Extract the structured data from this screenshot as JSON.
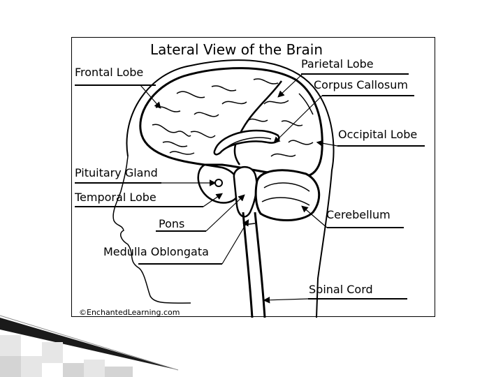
{
  "title": "Lateral View of the Brain",
  "labels": {
    "frontal_lobe": "Frontal Lobe",
    "parietal_lobe": "Parietal Lobe",
    "corpus_callosum": "Corpus Callosum",
    "occipital_lobe": "Occipital Lobe",
    "pituitary_gland": "Pituitary Gland",
    "temporal_lobe": "Temporal Lobe",
    "pons": "Pons",
    "cerebellum": "Cerebellum",
    "medulla_oblongata": "Medulla Oblongata",
    "spinal_cord": "Spinal Cord"
  },
  "credit": "©EnchantedLearning.com",
  "colors": {
    "line": "#000000",
    "background": "#ffffff",
    "ribbon": "#1a1a1a",
    "checker_light": "#e6e6e6",
    "checker_dark": "#cfcfcf"
  }
}
